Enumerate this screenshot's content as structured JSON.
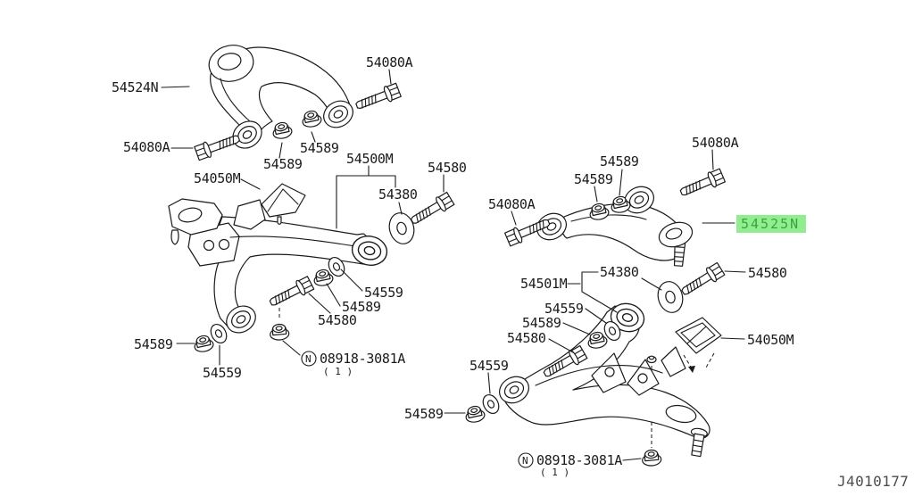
{
  "diagram": {
    "drawing_number": "J4010177",
    "highlighted_part": "54525N",
    "colors": {
      "line": "#1a1a1a",
      "highlight_bg": "#90ee90",
      "highlight_text": "#3aa33a",
      "drawing_number_text": "#4d4d4d"
    },
    "labels": [
      {
        "text": "54524N"
      },
      {
        "text": "54080A"
      },
      {
        "text": "54080A"
      },
      {
        "text": "54589"
      },
      {
        "text": "54589"
      },
      {
        "text": "54050M"
      },
      {
        "text": "54500M"
      },
      {
        "text": "54380"
      },
      {
        "text": "54580"
      },
      {
        "text": "54559"
      },
      {
        "text": "54589"
      },
      {
        "text": "54580"
      },
      {
        "text": "54589"
      },
      {
        "text": "54559"
      },
      {
        "text": "54080A"
      },
      {
        "text": "54589"
      },
      {
        "text": "54589"
      },
      {
        "text": "54080A"
      },
      {
        "text": "54525N",
        "highlighted": true
      },
      {
        "text": "54380"
      },
      {
        "text": "54580"
      },
      {
        "text": "54501M"
      },
      {
        "text": "54559"
      },
      {
        "text": "54589"
      },
      {
        "text": "54580"
      },
      {
        "text": "54050M"
      },
      {
        "text": "54559"
      },
      {
        "text": "54589"
      }
    ],
    "nut_callouts": [
      {
        "symbol": "N",
        "text": "08918-3081A",
        "qty": "( 1 )"
      },
      {
        "symbol": "N",
        "text": "08918-3081A",
        "qty": "( 1 )"
      }
    ]
  }
}
